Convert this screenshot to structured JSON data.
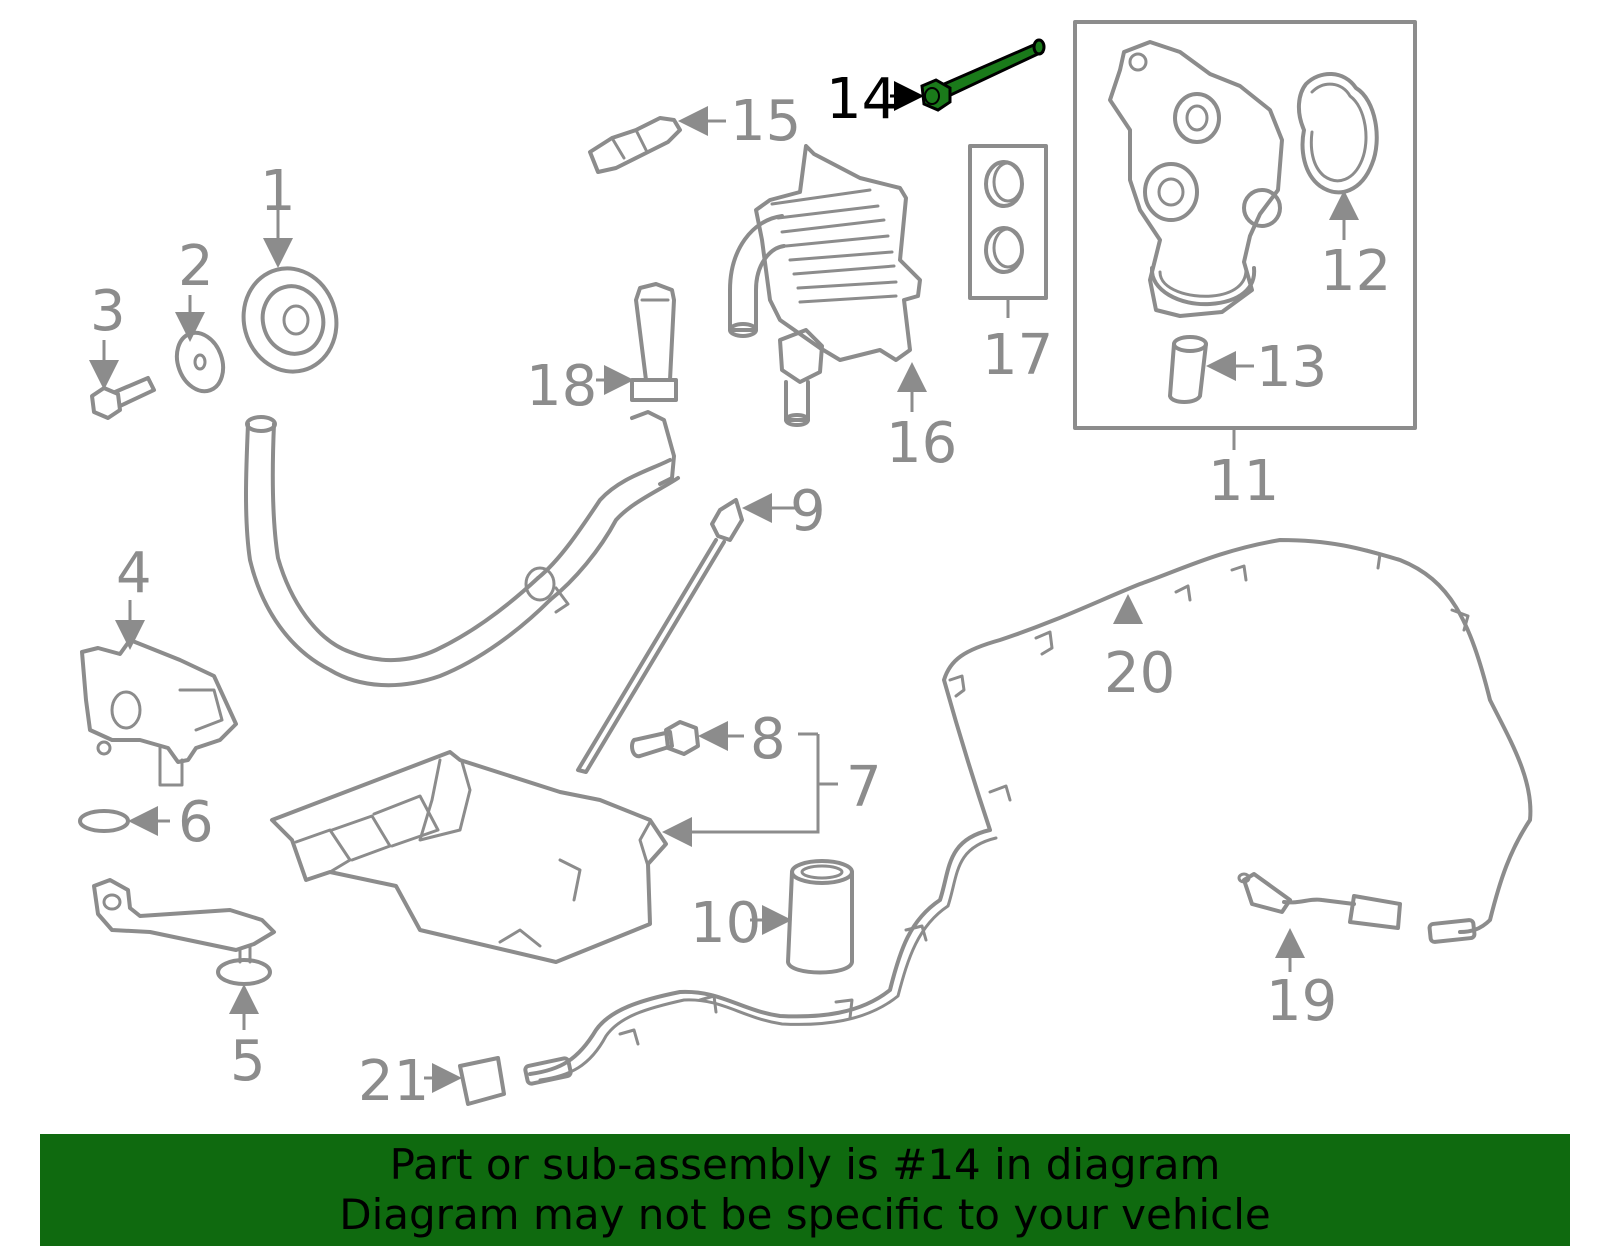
{
  "callouts": {
    "c1": "1",
    "c2": "2",
    "c3": "3",
    "c4": "4",
    "c5": "5",
    "c6": "6",
    "c7": "7",
    "c8": "8",
    "c9": "9",
    "c10": "10",
    "c11": "11",
    "c12": "12",
    "c13": "13",
    "c14": "14",
    "c15": "15",
    "c16": "16",
    "c17": "17",
    "c18": "18",
    "c19": "19",
    "c20": "20",
    "c21": "21"
  },
  "highlight": {
    "part_number": "14",
    "color": "#1a7a1a"
  },
  "banner": {
    "line1": "Part or sub-assembly is #14 in diagram",
    "line2": "Diagram may not be specific to your vehicle",
    "background": "#0f6a0f"
  }
}
